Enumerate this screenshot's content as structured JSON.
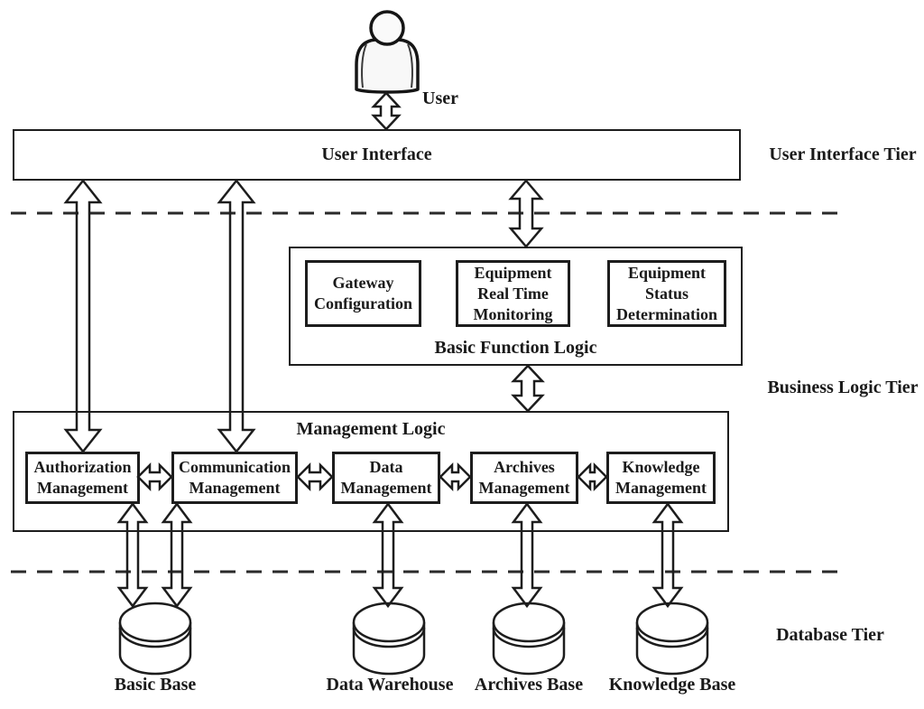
{
  "colors": {
    "line": "#1d1d1d",
    "text": "#1a1a1a",
    "background": "#ffffff"
  },
  "user": {
    "label": "User"
  },
  "tiers": {
    "user_interface": {
      "tier_label": "User Interface Tier",
      "box_label": "User Interface"
    },
    "business_logic": {
      "tier_label": "Business Logic Tier",
      "basic_function_logic": {
        "label": "Basic Function Logic",
        "modules": [
          {
            "lines": [
              "Gateway",
              "Configuration"
            ]
          },
          {
            "lines": [
              "Equipment",
              "Real Time",
              "Monitoring"
            ]
          },
          {
            "lines": [
              "Equipment",
              "Status",
              "Determination"
            ]
          }
        ]
      },
      "management_logic": {
        "label": "Management Logic",
        "modules": [
          {
            "lines": [
              "Authorization",
              "Management"
            ]
          },
          {
            "lines": [
              "Communication",
              "Management"
            ]
          },
          {
            "lines": [
              "Data",
              "Management"
            ]
          },
          {
            "lines": [
              "Archives",
              "Management"
            ]
          },
          {
            "lines": [
              "Knowledge",
              "Management"
            ]
          }
        ]
      }
    },
    "database": {
      "tier_label": "Database Tier",
      "databases": [
        {
          "label": "Basic Base"
        },
        {
          "label": "Data Warehouse"
        },
        {
          "label": "Archives Base"
        },
        {
          "label": "Knowledge Base"
        }
      ]
    }
  }
}
